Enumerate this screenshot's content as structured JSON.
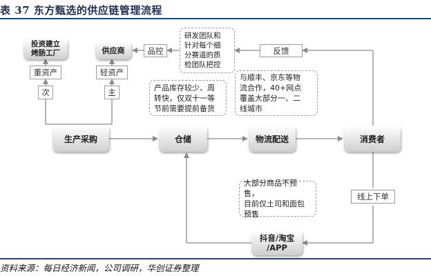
{
  "title": "表 37  东方甄选的供应链管理流程",
  "source": "资料来源：每日经济新闻，公司调研，华创证券整理",
  "nodes": {
    "procurement": "生产采购",
    "warehouse": "仓储",
    "logistics": "物流配送",
    "consumer": "消费者",
    "platform_line1": "抖音/淘宝",
    "platform_line2": "/APP",
    "factory_line1": "投资建立",
    "factory_line2": "烤肠工厂",
    "supplier": "供应商",
    "heavy_asset": "重资产",
    "light_asset": "轻资产",
    "secondary": "次",
    "main": "主",
    "quality_control": "品控",
    "feedback": "反馈",
    "offline": "线上下单"
  },
  "notes": {
    "research_team": [
      "研发团队和",
      "针对每个细",
      "分赛道的质",
      "检团队把控"
    ],
    "inventory": [
      "产品库存较少、周",
      "转快，仅双十一等",
      "节前需要提前备货"
    ],
    "logistics_partner": [
      "与顺丰、京东等物",
      "流合作，40+网点",
      "覆盖大部分一、二",
      "线城市"
    ],
    "presale": [
      "大部分商品不预售，",
      "目前仅土司和面包",
      "预售"
    ]
  }
}
